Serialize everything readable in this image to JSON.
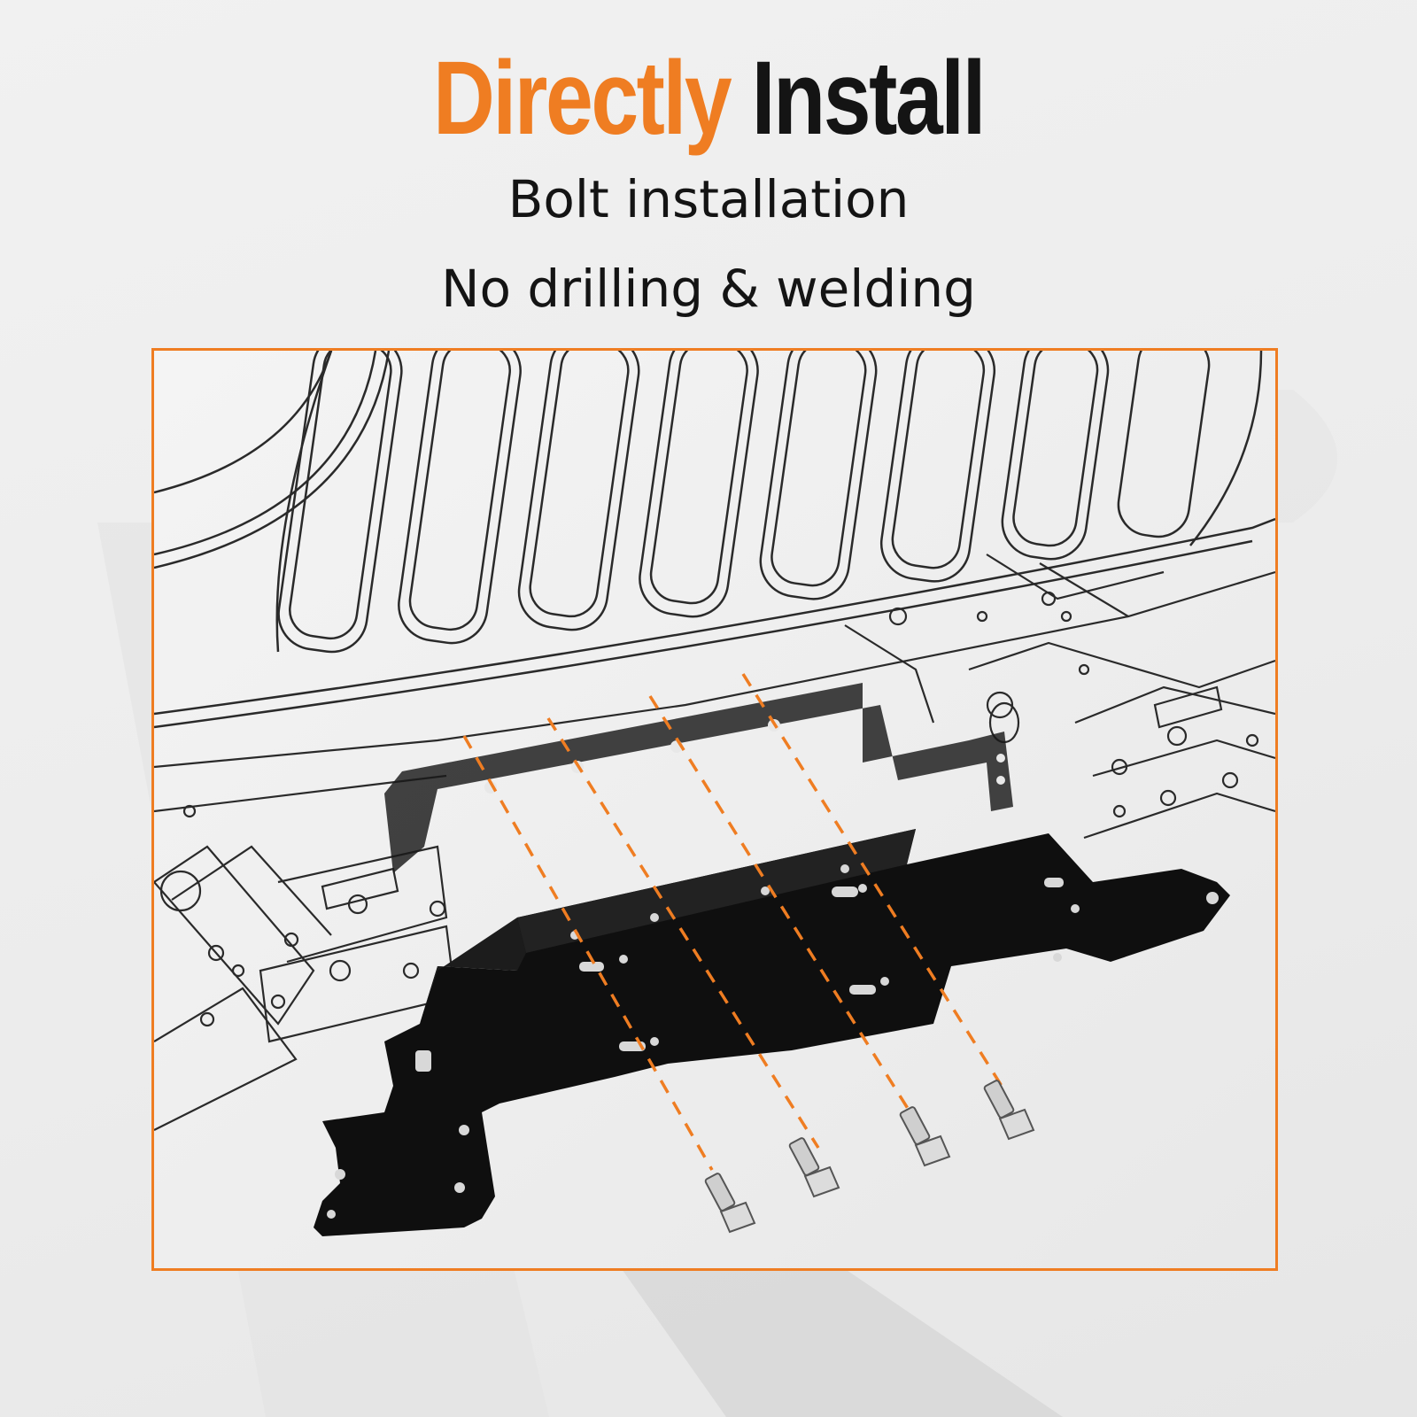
{
  "headline": {
    "accent_word": "Directly",
    "main_word": "Install"
  },
  "features": [
    "Bolt installation",
    "No drilling & welding"
  ],
  "colors": {
    "accent": "#ef7d22",
    "text": "#141414",
    "plate": "#0f0f0f",
    "line": "#2a2a2a"
  },
  "illustration": {
    "bolt_count": 4
  }
}
